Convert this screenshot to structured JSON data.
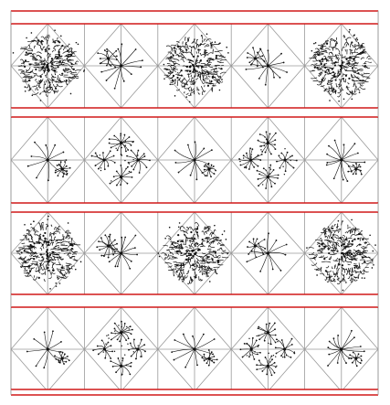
{
  "colors": {
    "background": "#ffffff",
    "grid_line": "#9a9a9a",
    "band_border": "#d01818",
    "ink": "#111111"
  },
  "pattern": {
    "rows": [
      {
        "type": "dense-rosette-row",
        "motifs": [
          "dense-rosette",
          "star-burst",
          "dense-rosette",
          "star-burst",
          "dense-rosette"
        ]
      },
      {
        "type": "cluster-row",
        "motifs": [
          "star-burst",
          "cluster-of-bursts",
          "star-burst",
          "cluster-of-bursts",
          "star-burst"
        ]
      },
      {
        "type": "dense-rosette-row",
        "motifs": [
          "dense-rosette",
          "star-burst",
          "dense-rosette",
          "star-burst",
          "dense-rosette"
        ]
      },
      {
        "type": "cluster-row",
        "motifs": [
          "star-burst",
          "cluster-of-bursts",
          "star-burst",
          "cluster-of-bursts",
          "star-burst"
        ]
      }
    ],
    "band_count": 5
  }
}
